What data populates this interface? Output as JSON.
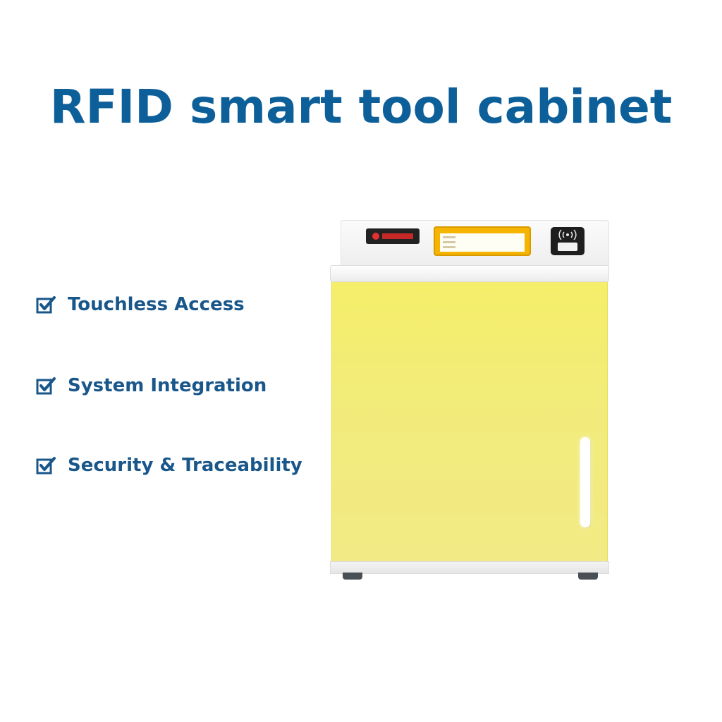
{
  "title": "RFID smart tool cabinet",
  "colors": {
    "title": "#0d5f99",
    "feature_text": "#19568a",
    "check": "#19568a",
    "cabinet_door": "#f3ee78",
    "cabinet_frame": "#f1f1f1",
    "screen": "#f4b400"
  },
  "features": [
    {
      "icon": "checkbox-checked-icon",
      "label": "Touchless Access"
    },
    {
      "icon": "checkbox-checked-icon",
      "label": "System Integration"
    },
    {
      "icon": "checkbox-checked-icon",
      "label": "Security & Traceability"
    }
  ],
  "product_image": {
    "icons": [
      "status-indicator-icon",
      "touchscreen-icon",
      "rfid-reader-icon",
      "door-handle-icon"
    ]
  }
}
